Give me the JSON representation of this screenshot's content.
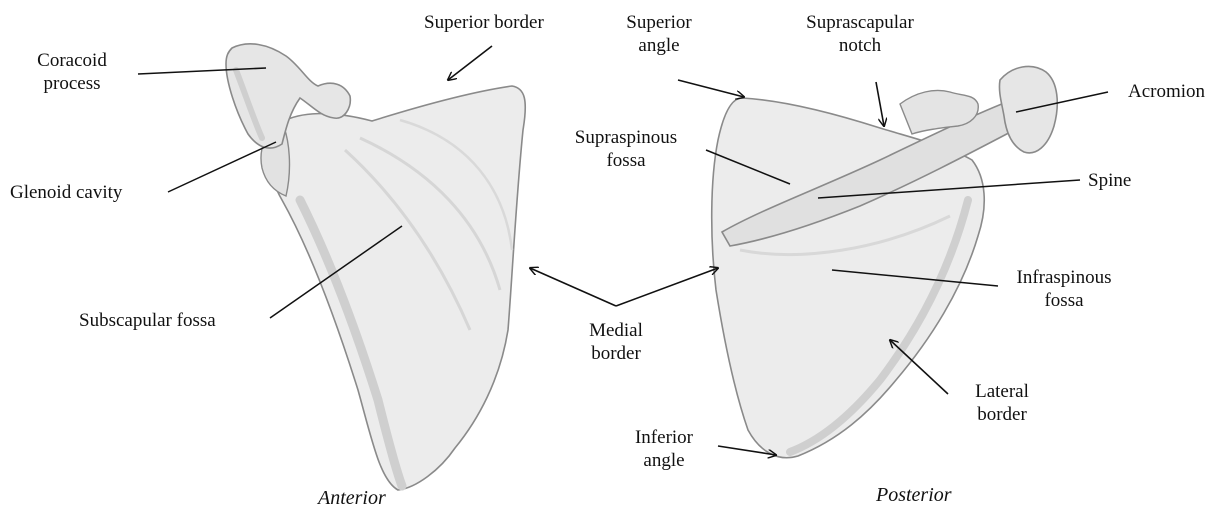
{
  "colors": {
    "bone_fill": "#ececec",
    "bone_shade": "#d2d2d2",
    "bone_edge": "#8a8a8a",
    "leader_line": "#111111"
  },
  "views": {
    "anterior": "Anterior",
    "posterior": "Posterior"
  },
  "labels": {
    "superior_border": "Superior border",
    "coracoid_process": [
      "Coracoid",
      "process"
    ],
    "glenoid_cavity": "Glenoid cavity",
    "subscapular_fossa": "Subscapular fossa",
    "superior_angle": [
      "Superior",
      "angle"
    ],
    "suprascapular_notch": [
      "Suprascapular",
      "notch"
    ],
    "acromion": "Acromion",
    "supraspinous_fossa": [
      "Supraspinous",
      "fossa"
    ],
    "spine": "Spine",
    "medial_border": [
      "Medial",
      "border"
    ],
    "infraspinous_fossa": [
      "Infraspinous",
      "fossa"
    ],
    "lateral_border": [
      "Lateral",
      "border"
    ],
    "inferior_angle": [
      "Inferior",
      "angle"
    ]
  }
}
